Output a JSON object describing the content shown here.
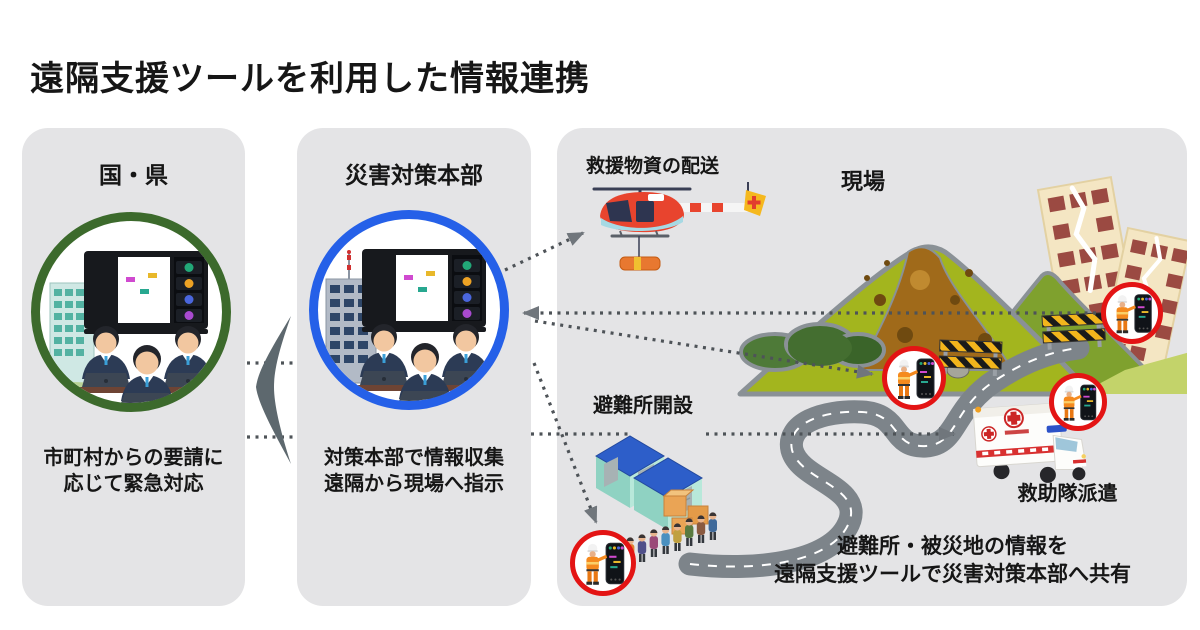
{
  "title": "遠隔支援ツールを利用した情報連携",
  "panels": {
    "national": {
      "title": "国・県",
      "caption": "市町村からの要請に\n応じて緊急対応"
    },
    "headquarters": {
      "title": "災害対策本部",
      "caption": "対策本部で情報収集\n遠隔から現場へ指示"
    },
    "field": {
      "title": "現場",
      "supply_label": "救援物資の配送",
      "shelter_label": "避難所開設",
      "rescue_label": "救助隊派遣",
      "note": "避難所・被災地の情報を\n遠隔支援ツールで災害対策本部へ共有"
    }
  },
  "connections": [
    {
      "from": "headquarters",
      "to": "national-government",
      "style": "solid-swoosh-arrow"
    },
    {
      "from": "headquarters",
      "to": "supply-helicopter",
      "style": "dotted-arrow"
    },
    {
      "from": "field-worker-ruins",
      "to": "headquarters",
      "style": "dotted-arrow"
    },
    {
      "from": "headquarters",
      "to": "field-worker-landslide",
      "style": "dotted-arrow"
    },
    {
      "from": "headquarters",
      "to": "rescue-ambulance",
      "style": "dotted-arrow"
    },
    {
      "from": "headquarters",
      "to": "shelter-worker",
      "style": "dotted-arrow"
    }
  ],
  "icons": {
    "office-team-icon": "three staff with laptops in front of remote-support wall screen",
    "helicopter-icon": "red rescue helicopter carrying relief cargo",
    "ambulance-icon": "white ambulance with red cross",
    "landslide-icon": "mountain with landslide, rocks and striped barricades",
    "shelter-icon": "evacuation shelter buildings with queue of evacuees",
    "ruined-buildings-icon": "tilted damaged buildings",
    "worker-phone-icon": "field worker using remote support app on smartphone",
    "left-arrow-icon": "large gray swoosh arrow pointing left"
  },
  "colors": {
    "panel_bg": "#e4e4e6",
    "national_ring": "#3c6a2c",
    "hq_ring": "#2560e8",
    "alert_ring": "#e31414",
    "text": "#161616",
    "dotted_line": "#4e5358",
    "swoosh_arrow": "#5d686e",
    "mountain_green": "#a3b51e",
    "mountain_green_2": "#7fa12e",
    "landslide_brown": "#a06a1a",
    "road_gray": "#7d848a",
    "roof_blue": "#2d5ec9",
    "shelter_wall": "#9fdcce",
    "helicopter_red": "#e8442e",
    "barrier_yellow": "#f2b51c",
    "ruin_cream": "#f4e6c3"
  }
}
